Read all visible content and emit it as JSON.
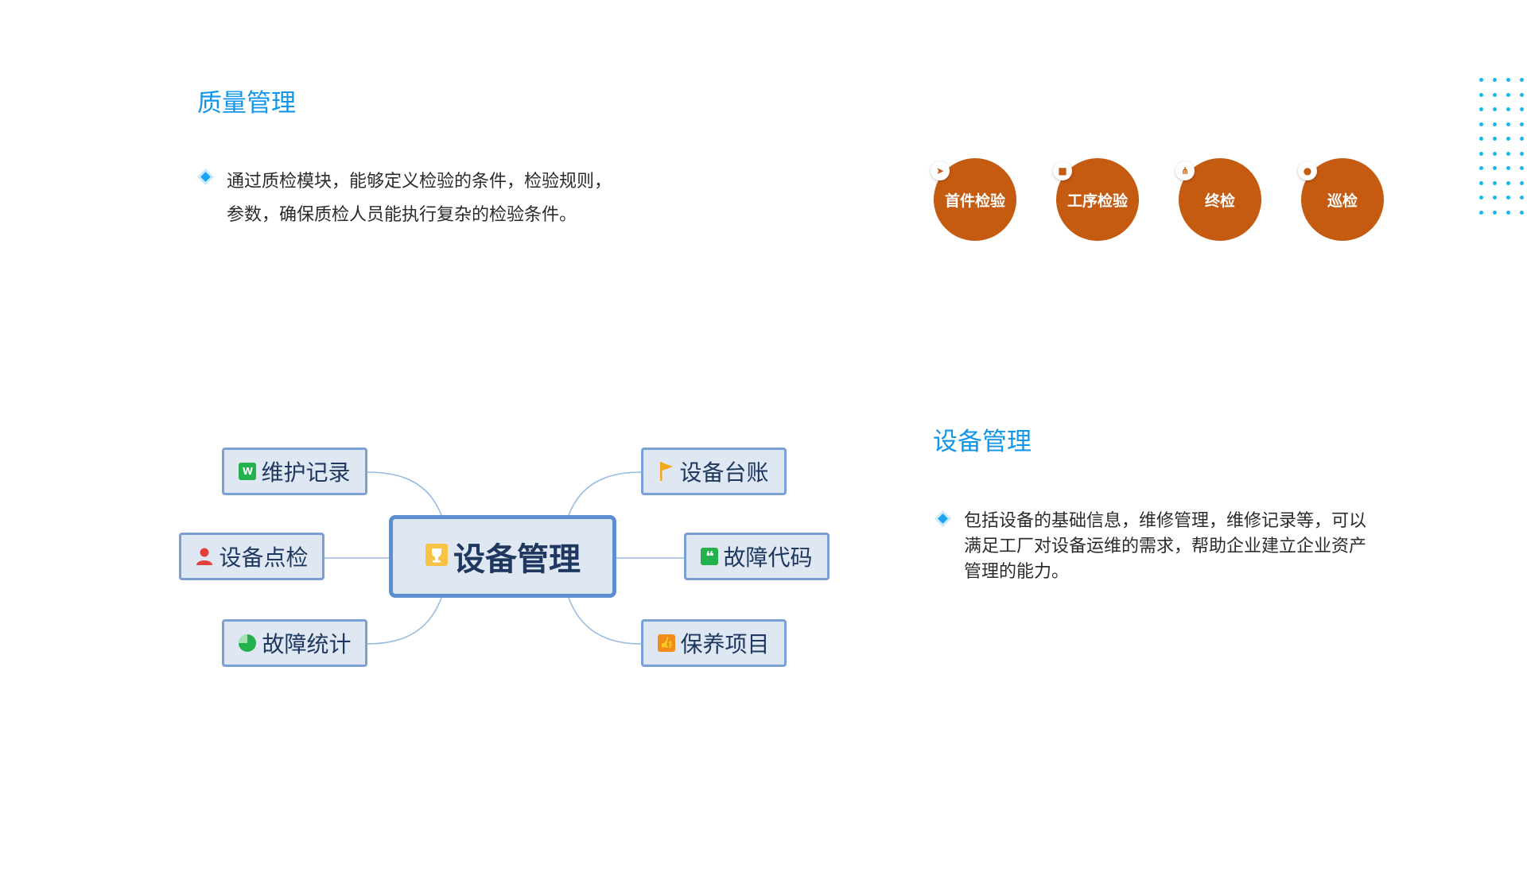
{
  "quality": {
    "title": "质量管理",
    "line1": "通过质检模块，能够定义检验的条件，检验规则，",
    "line2": "参数，确保质检人员能执行复杂的检验条件。",
    "circles": [
      "首件检验",
      "工序检验",
      "终检",
      "巡检"
    ],
    "circle_color": "#c55a11"
  },
  "equipment": {
    "title": "设备管理",
    "line1": "包括设备的基础信息，维修管理，维修记录等，可以",
    "line2": "满足工厂对设备运维的需求，帮助企业建立企业资产",
    "line3": "管理的能力。"
  },
  "mindmap": {
    "center": "设备管理",
    "left": [
      "维护记录",
      "设备点检",
      "故障统计"
    ],
    "right": [
      "设备台账",
      "故障代码",
      "保养项目"
    ],
    "icons": {
      "center": "trophy-icon",
      "维护记录": "w-document-icon",
      "设备点检": "person-icon",
      "故障统计": "pie-chart-icon",
      "设备台账": "flag-icon",
      "故障代码": "quote-icon",
      "保养项目": "thumbs-up-icon"
    }
  },
  "colors": {
    "accent": "#1296e8",
    "node_fill": "#dfe7f3",
    "node_border": "#7aa0d6",
    "connector": "#9bbbe3"
  }
}
